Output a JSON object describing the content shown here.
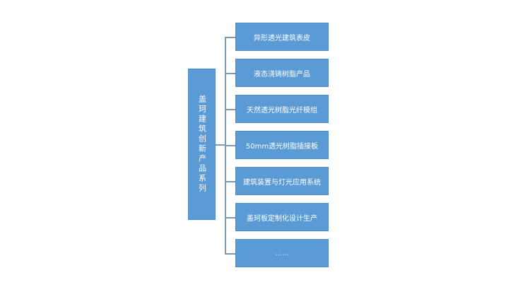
{
  "root": {
    "label": "盖珂建筑创新产品系列"
  },
  "children": [
    "异形透光建筑表皮",
    "液态浇铸树脂产品",
    "天然透光树脂光纤模组",
    "50mm透光树脂插接板",
    "建筑装置与灯光应用系统",
    "盖珂板定制化设计生产",
    "......"
  ],
  "colors": {
    "box": "#5b9bd5",
    "line": "#7f98ad"
  }
}
